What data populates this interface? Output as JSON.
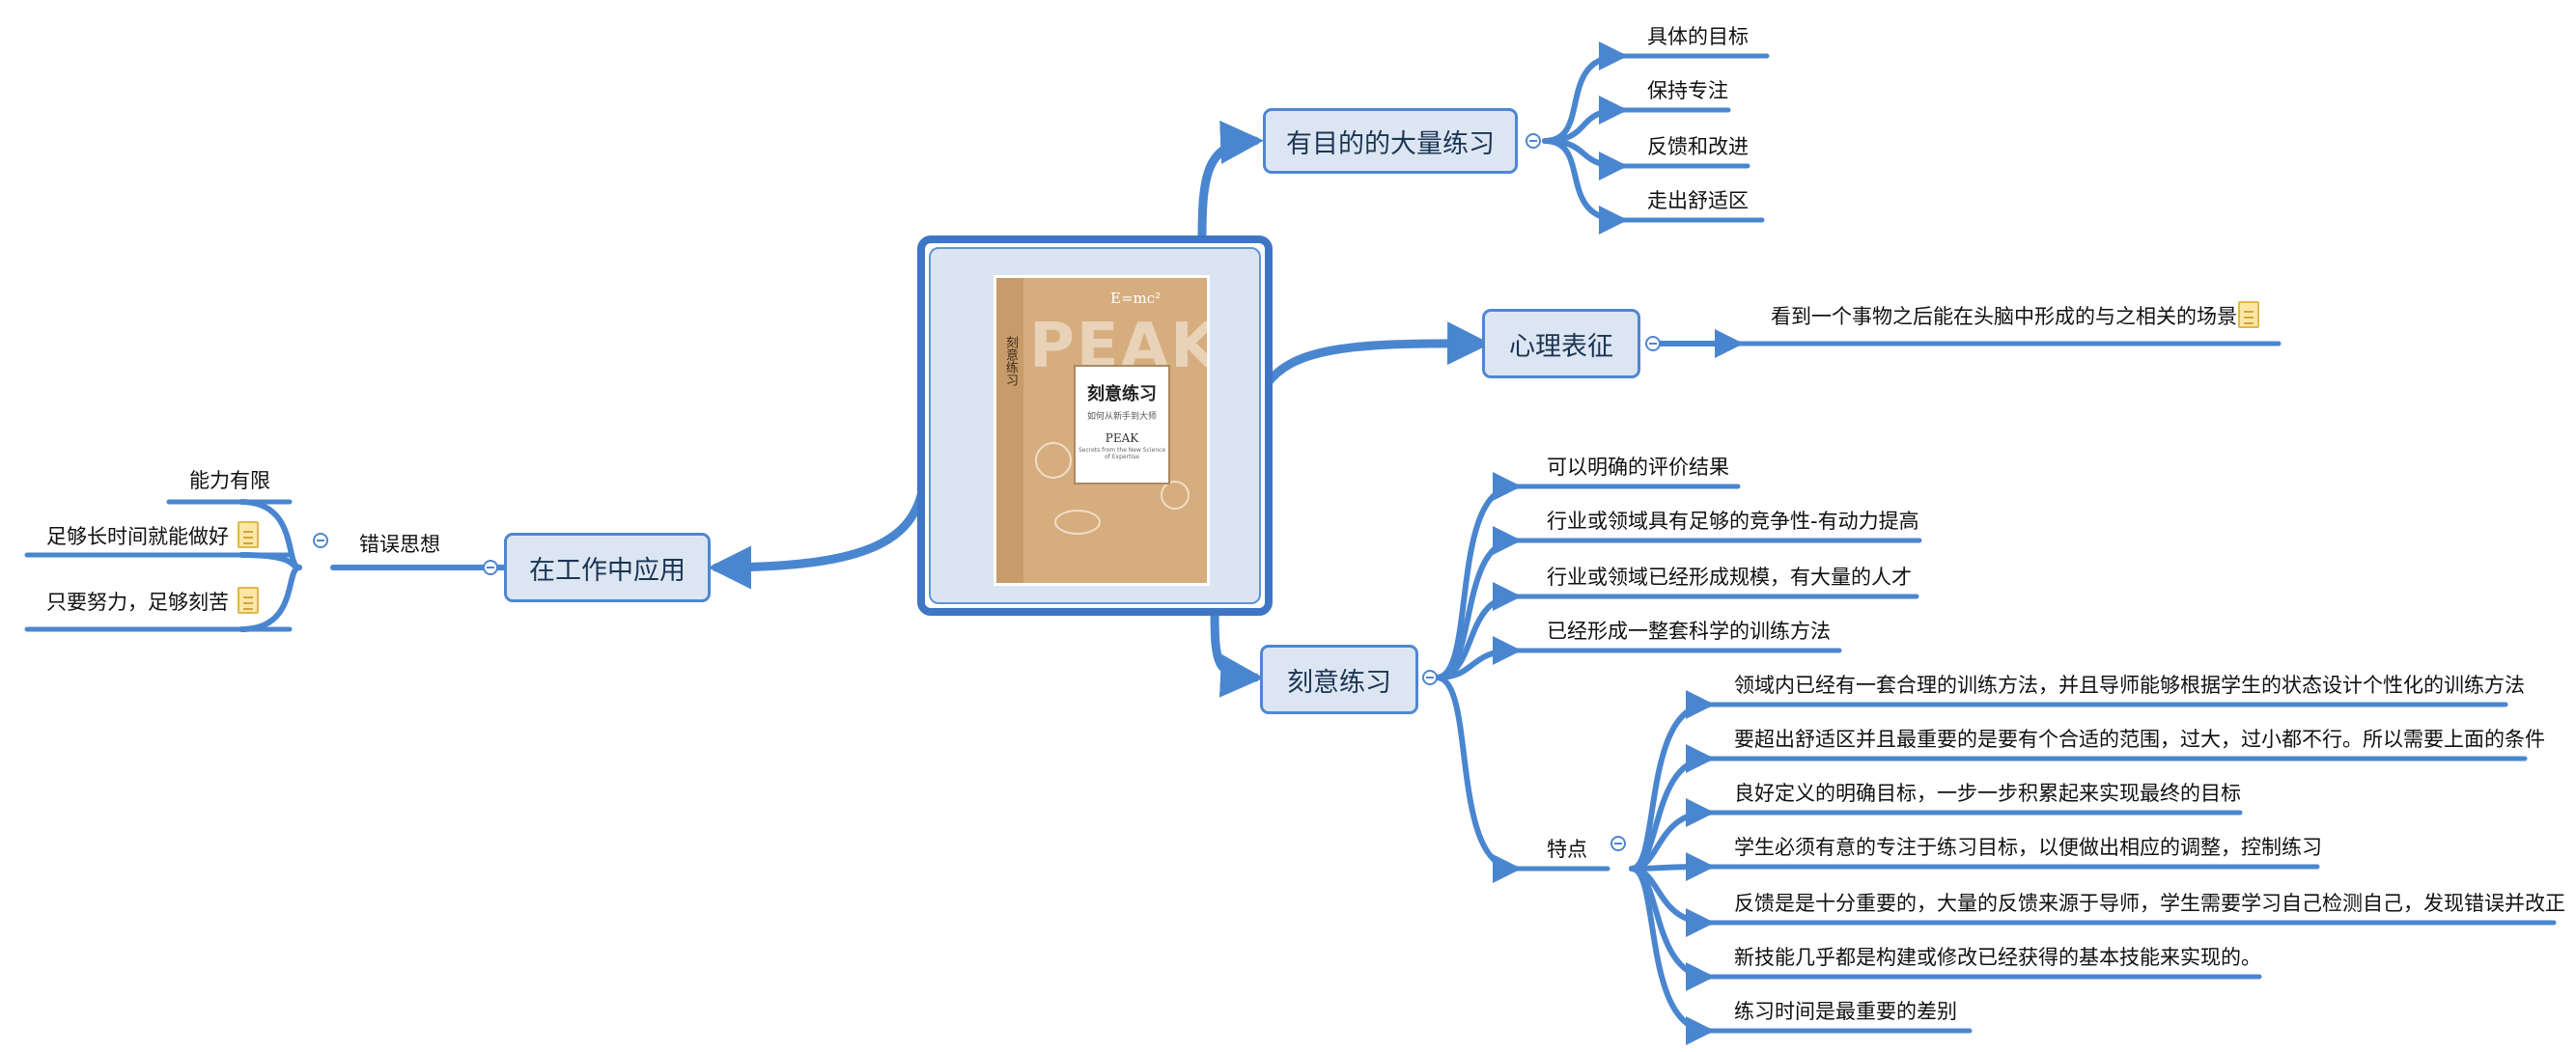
{
  "colors": {
    "line": "#4a86d0",
    "node_fill": "#dce6f2",
    "node_border": "#4f86d0",
    "central_border": "#3f76c4"
  },
  "central": {
    "book": {
      "title": "刻意练习",
      "subtitle": "如何从新手到大师",
      "english_title": "PEAK",
      "english_subtitle": "Secrets from the New Science of Expertise",
      "formula": "E=mc²",
      "cover_text": "PEAK"
    }
  },
  "branches": {
    "purposeful": {
      "label": "有目的的大量练习",
      "children": [
        "具体的目标",
        "保持专注",
        "反馈和改进",
        "走出舒适区"
      ]
    },
    "mental": {
      "label": "心理表征",
      "children": [
        "看到一个事物之后能在头脑中形成的与之相关的场景"
      ]
    },
    "deliberate": {
      "label": "刻意练习",
      "children": [
        "可以明确的评价结果",
        "行业或领域具有足够的竞争性-有动力提高",
        "行业或领域已经形成规模，有大量的人才",
        "已经形成一整套科学的训练方法"
      ],
      "features": {
        "label": "特点",
        "children": [
          "领域内已经有一套合理的训练方法，并且导师能够根据学生的状态设计个性化的训练方法",
          "要超出舒适区并且最重要的是要有个合适的范围，过大，过小都不行。所以需要上面的条件",
          "良好定义的明确目标，一步一步积累起来实现最终的目标",
          "学生必须有意的专注于练习目标，以便做出相应的调整，控制练习",
          "反馈是是十分重要的，大量的反馈来源于导师，学生需要学习自己检测自己，发现错误并改正",
          "新技能几乎都是构建或修改已经获得的基本技能来实现的。",
          "练习时间是最重要的差别"
        ]
      }
    },
    "work": {
      "label": "在工作中应用",
      "misconceptions": {
        "label": "错误思想",
        "children": [
          "能力有限",
          "足够长时间就能做好",
          "只要努力，足够刻苦"
        ]
      }
    }
  },
  "icons": {
    "collapse": "collapse-minus-icon",
    "note": "note-icon"
  }
}
